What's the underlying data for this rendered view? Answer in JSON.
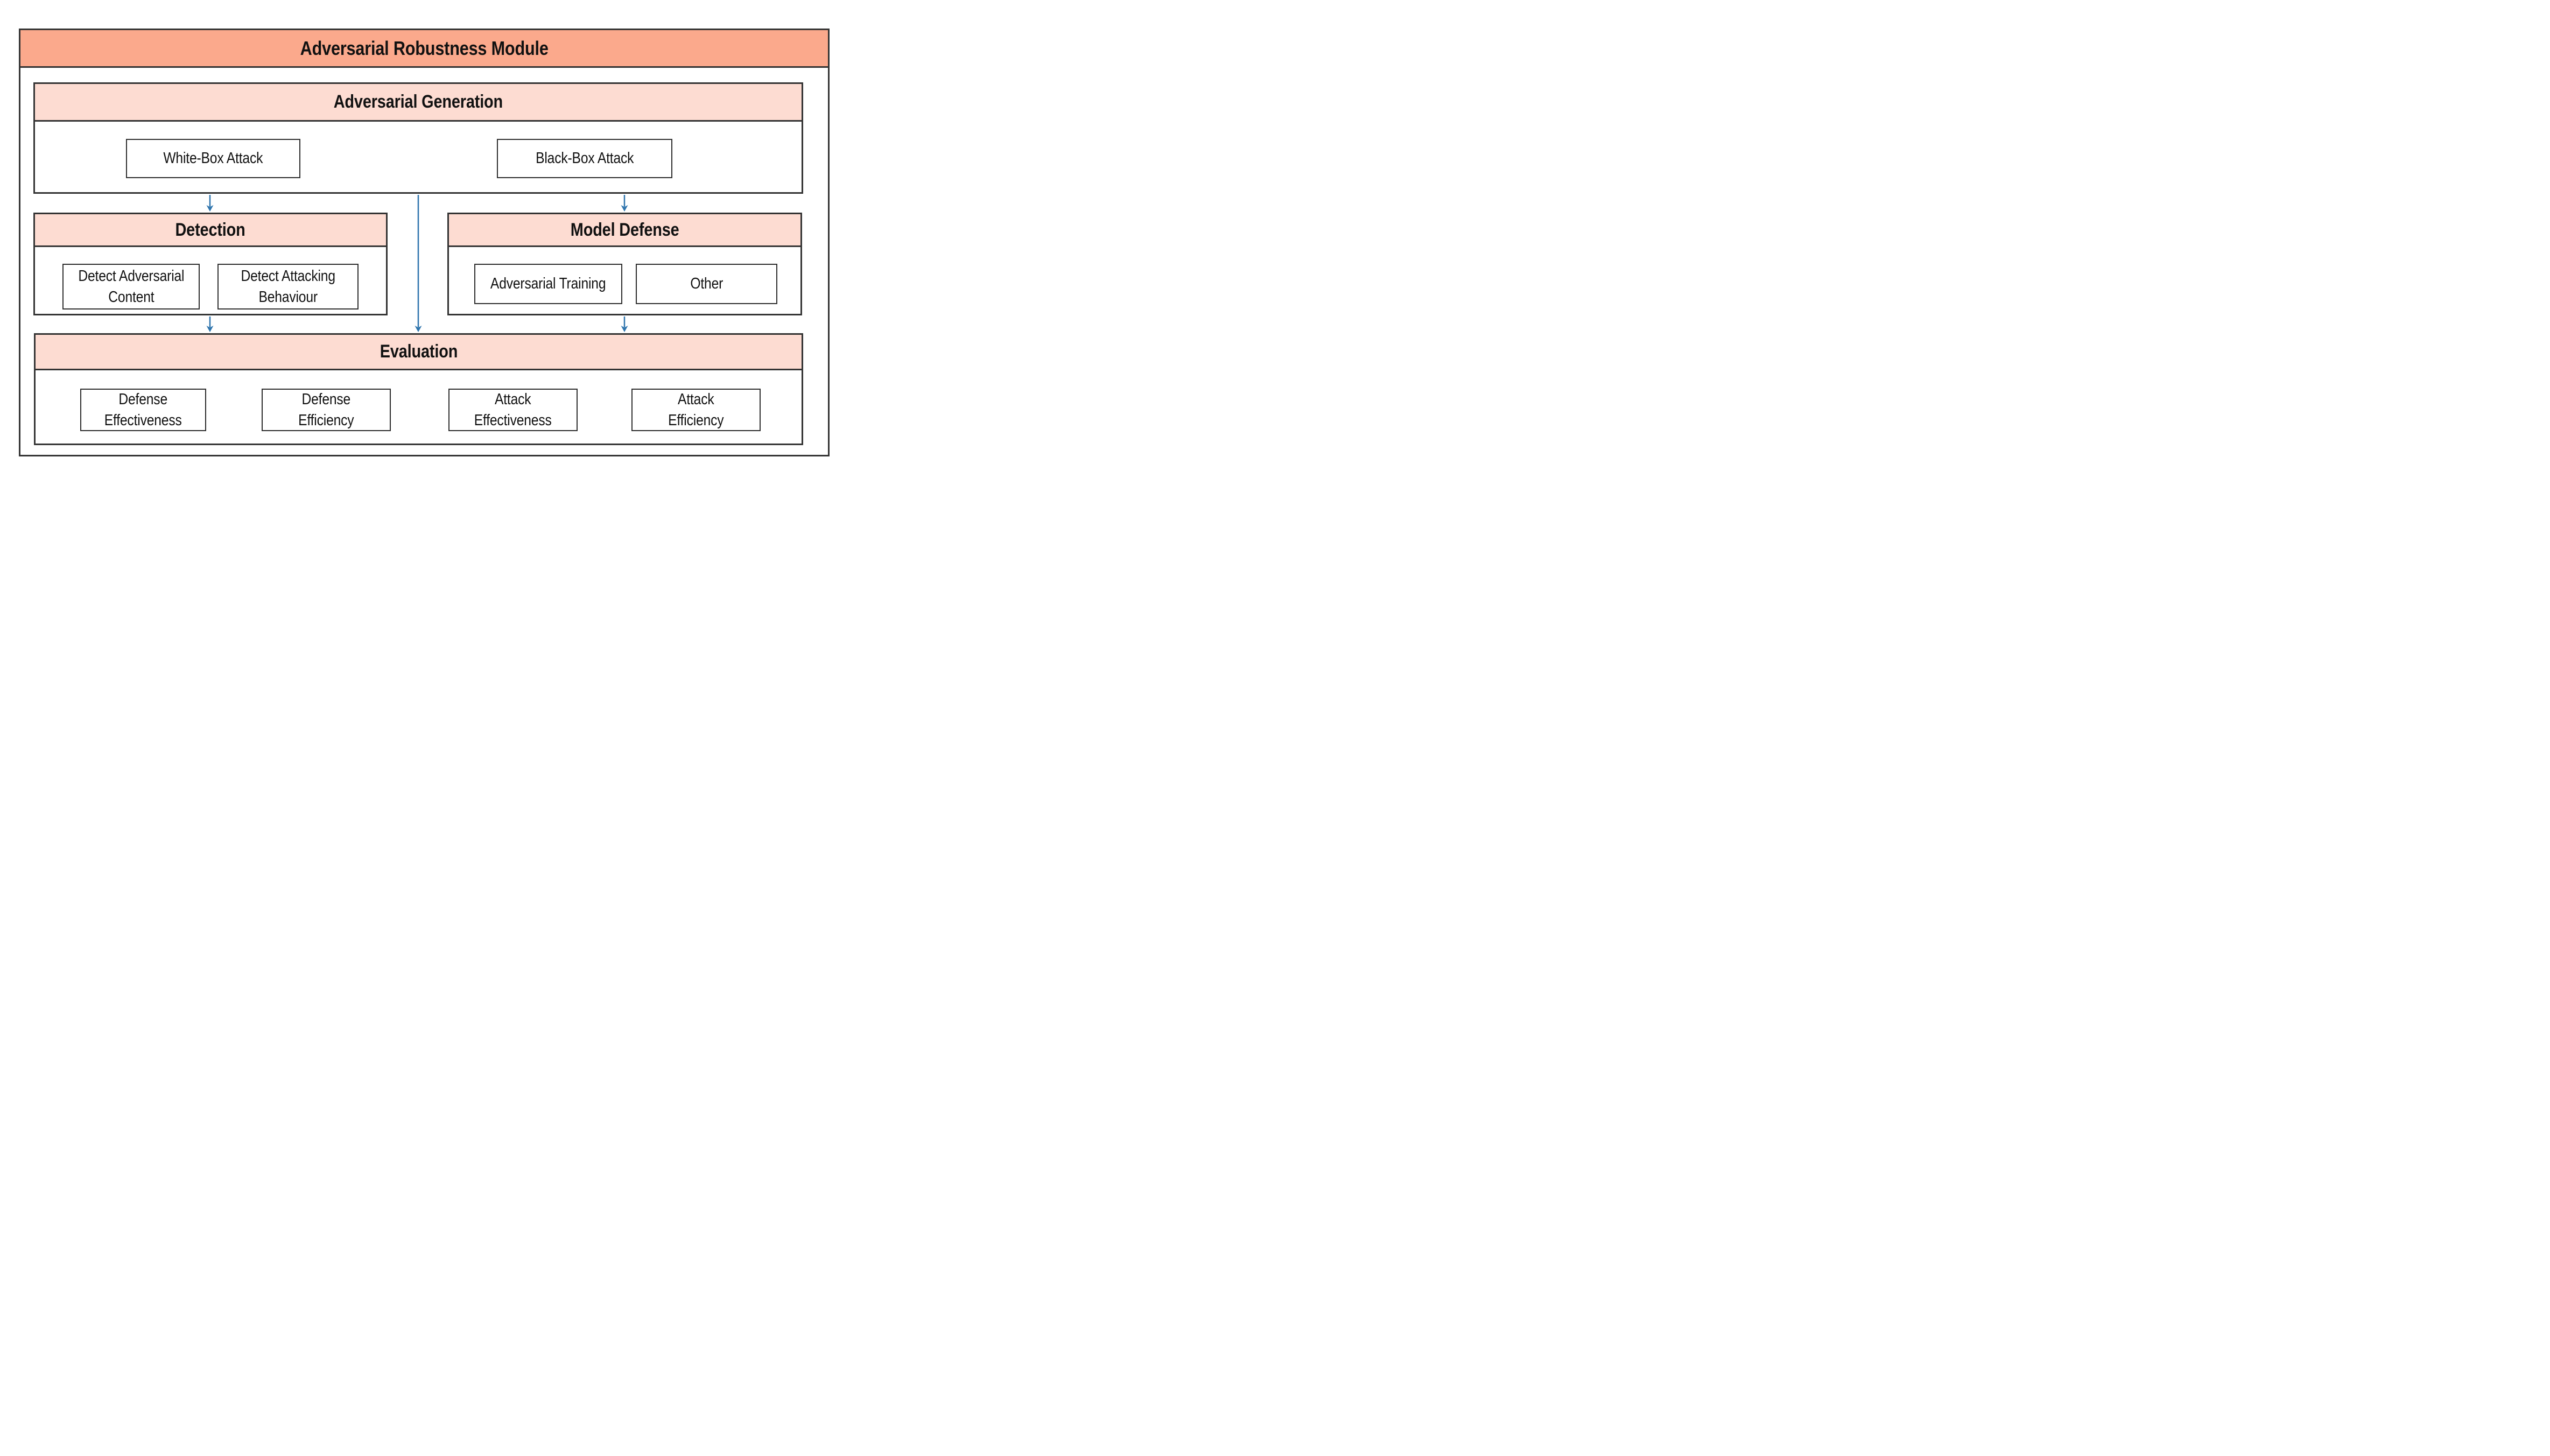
{
  "colors": {
    "header-salmon": "#FBA98C",
    "header-pink": "#FDDCD2",
    "border-dark": "#333333",
    "box-border": "#2e2e2e",
    "arrow-blue": "#2E74AD",
    "text-black": "#111111"
  },
  "module": {
    "title": "Adversarial Robustness Module"
  },
  "sections": {
    "generation": {
      "title": "Adversarial Generation",
      "boxes": [
        {
          "label": "White-Box Attack"
        },
        {
          "label": "Black-Box Attack"
        }
      ]
    },
    "detection": {
      "title": "Detection",
      "boxes": [
        {
          "label": "Detect Adversarial\nContent"
        },
        {
          "label": "Detect Attacking\nBehaviour"
        }
      ]
    },
    "model_defense": {
      "title": "Model Defense",
      "boxes": [
        {
          "label": "Adversarial Training"
        },
        {
          "label": "Other"
        }
      ]
    },
    "evaluation": {
      "title": "Evaluation",
      "boxes": [
        {
          "label": "Defense\nEffectiveness"
        },
        {
          "label": "Defense\nEfficiency"
        },
        {
          "label": "Attack\nEffectiveness"
        },
        {
          "label": "Attack\nEfficiency"
        }
      ]
    }
  }
}
